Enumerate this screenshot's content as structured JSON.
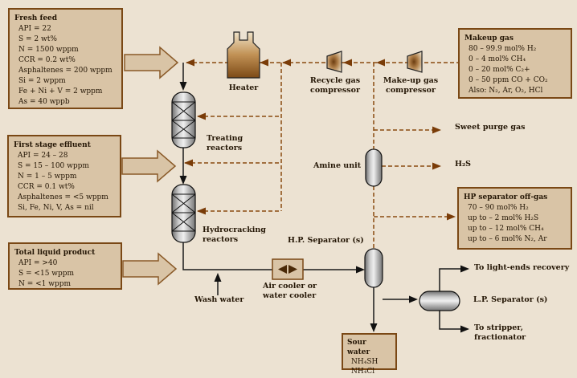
{
  "title": "Two-stage hydrocracking process flow diagram",
  "colors": {
    "background": "#ece2d2",
    "box_fill": "#d9c4a6",
    "box_border": "#7a4815",
    "dashed_gas_line": "#8a4a10",
    "solid_process_line": "#1a1a1a",
    "vessel_gray": "#c9c9c9",
    "heater_brown": "#8a5a20"
  },
  "boxes": {
    "fresh_feed": {
      "title": "Fresh feed",
      "lines": [
        "API = 22",
        "S = 2 wt%",
        "N = 1500 wppm",
        "CCR = 0.2 wt%",
        "Asphaltenes = 200 wppm",
        "Si = 2 wppm",
        "Fe + Ni + V = 2 wppm",
        "As = 40 wppb"
      ]
    },
    "first_stage_effluent": {
      "title": "First stage effluent",
      "lines": [
        "API = 24 – 28",
        "S = 15 – 100 wppm",
        "N = 1 – 5 wppm",
        "CCR = 0.1 wt%",
        "Asphaltenes = <5 wppm",
        "Si, Fe, Ni, V, As = nil"
      ]
    },
    "total_liquid_product": {
      "title": "Total liquid product",
      "lines": [
        "API = >40",
        "S = <15 wppm",
        "N = <1 wppm"
      ]
    },
    "makeup_gas": {
      "title": "Makeup gas",
      "lines": [
        "80 – 99.9 mol% H₂",
        "0 – 4 mol% CH₄",
        "0 – 20 mol% C₂+",
        "0 – 50 ppm CO + CO₂",
        "Also: N₂, Ar, O₂, HCl"
      ]
    },
    "hp_separator_off_gas": {
      "title": "HP separator off-gas",
      "lines": [
        "70 – 90 mol% H₂",
        "up to – 2 mol% H₂S",
        "up to – 12 mol% CH₄",
        "up to – 6 mol% N₂, Ar"
      ]
    },
    "sour_water": {
      "title": "Sour water",
      "lines": [
        "NH₄SH",
        "NH₄Cl"
      ]
    }
  },
  "labels": {
    "heater": "Heater",
    "recycle_compressor": "Recycle gas\ncompressor",
    "makeup_compressor": "Make-up gas\ncompressor",
    "treating_reactors": "Treating\nreactors",
    "hydrocracking_reactors": "Hydrocracking\nreactors",
    "amine_unit": "Amine unit",
    "hp_separator": "H.P. Separator (s)",
    "lp_separator": "L.P. Separator (s)",
    "air_cooler": "Air cooler or\nwater cooler",
    "wash_water": "Wash water",
    "sweet_purge_gas": "Sweet purge gas",
    "h2s": "H₂S",
    "to_light_ends": "To light-ends recovery",
    "to_stripper": "To stripper, fractionator"
  }
}
